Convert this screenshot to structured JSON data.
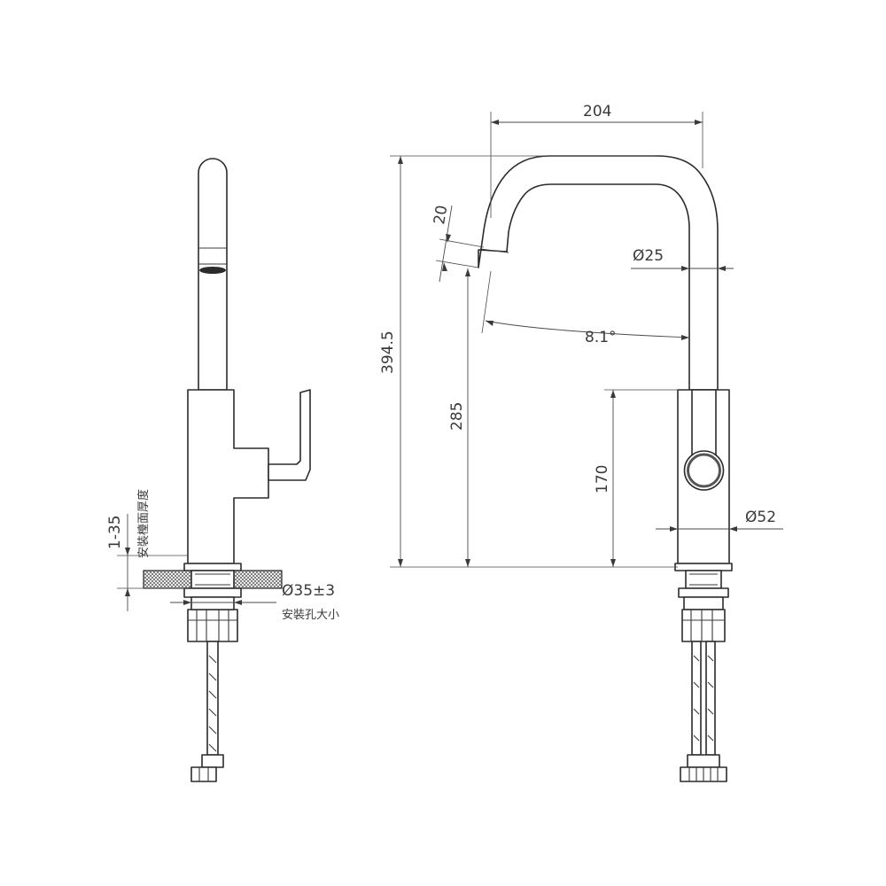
{
  "side_view": {
    "dim_counter_thickness": "1-35",
    "label_counter_thickness": "安裝檯面厚度",
    "dim_hole": "Ø35±3",
    "label_hole": "安裝孔大小"
  },
  "front_view": {
    "dim_width": "204",
    "dim_total_height": "394.5",
    "dim_spout_height": "285",
    "dim_handle_height": "170",
    "dim_spout_tip": "20",
    "dim_spout_dia": "Ø25",
    "dim_angle": "8.1°",
    "dim_base_dia": "Ø52"
  },
  "colors": {
    "line": "#2b2b2b",
    "dimension": "#4a4a4a",
    "background": "#ffffff"
  }
}
